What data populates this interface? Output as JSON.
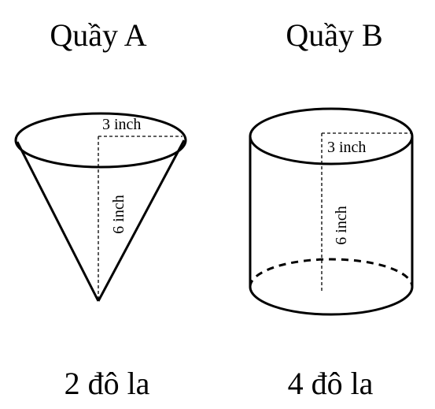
{
  "stall_a": {
    "title": "Quầy A",
    "shape": "cone",
    "radius_label": "3 inch",
    "height_label": "6 inch",
    "price": "2 đô la"
  },
  "stall_b": {
    "title": "Quầy B",
    "shape": "cylinder",
    "radius_label": "3 inch",
    "height_label": "6 inch",
    "price": "4 đô la"
  }
}
